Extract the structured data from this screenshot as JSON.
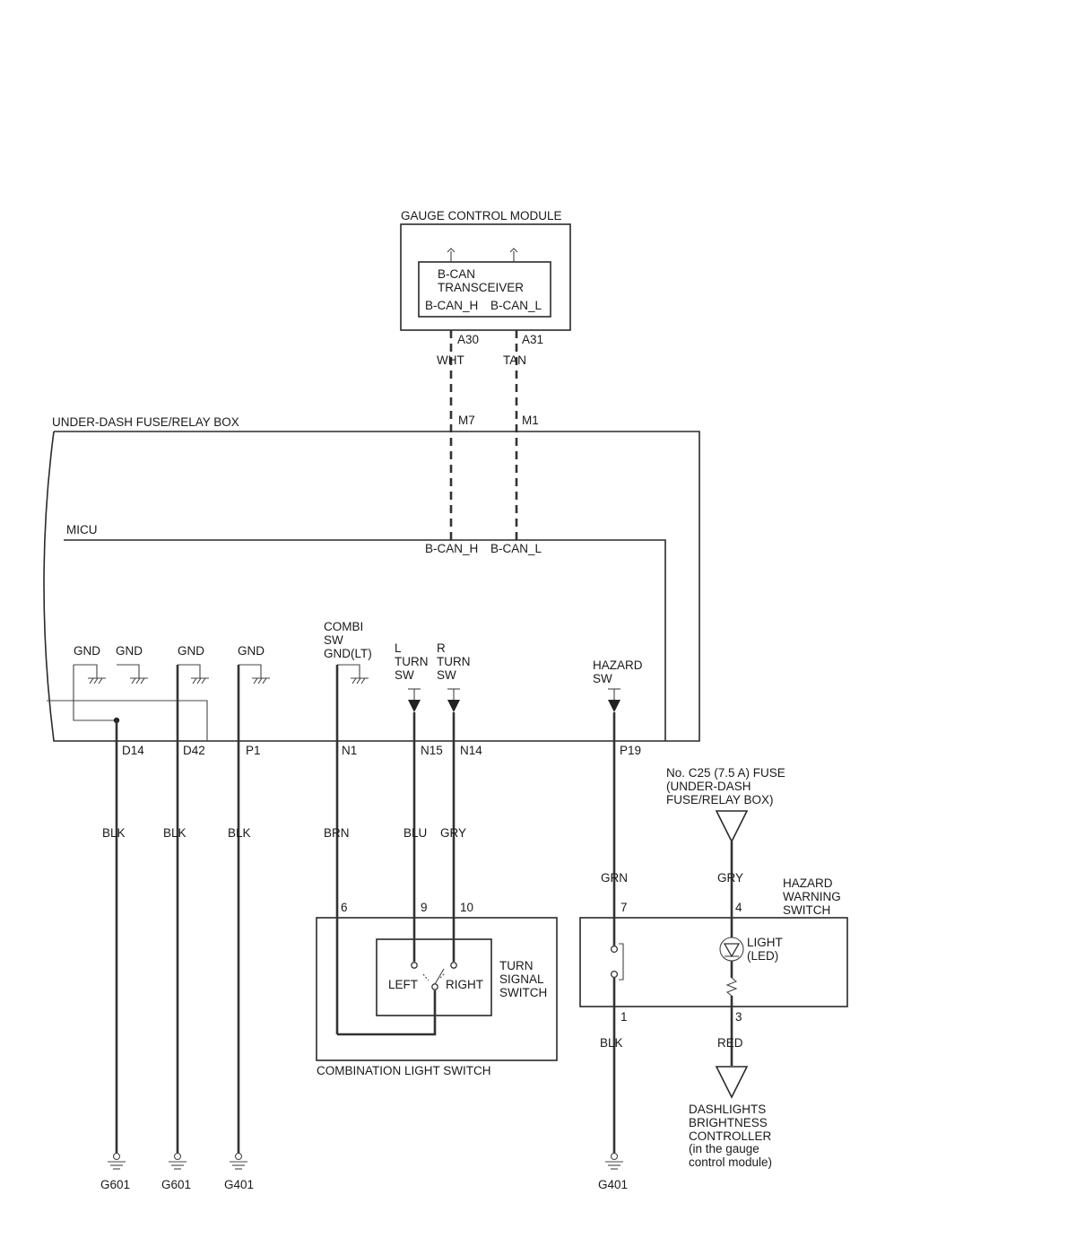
{
  "labels": {
    "gauge_module": "GAUGE CONTROL MODULE",
    "bcan": "B-CAN",
    "transceiver": "TRANSCEIVER",
    "bcan_h": "B-CAN_H",
    "bcan_l": "B-CAN_L",
    "pin_a30": "A30",
    "pin_a31": "A31",
    "wht": "WHT",
    "tan": "TAN",
    "fuse_box": "UNDER-DASH FUSE/RELAY BOX",
    "pin_m7": "M7",
    "pin_m1": "M1",
    "micu": "MICU",
    "micu_bcan_h": "B-CAN_H",
    "micu_bcan_l": "B-CAN_L",
    "gnd1": "GND",
    "gnd2": "GND",
    "gnd3": "GND",
    "gnd4": "GND",
    "combi_1": "COMBI",
    "combi_2": "SW",
    "combi_3": "GND(LT)",
    "lturn_1": "L",
    "lturn_2": "TURN",
    "lturn_3": "SW",
    "rturn_1": "R",
    "rturn_2": "TURN",
    "rturn_3": "SW",
    "hazard_1": "HAZARD",
    "hazard_2": "SW",
    "pin_d14": "D14",
    "pin_d42": "D42",
    "pin_p1": "P1",
    "pin_n1": "N1",
    "pin_n15": "N15",
    "pin_n14": "N14",
    "pin_p19": "P19",
    "fuse_1": "No. C25 (7.5 A) FUSE",
    "fuse_2": "(UNDER-DASH",
    "fuse_3": "FUSE/RELAY BOX)",
    "blk1": "BLK",
    "blk2": "BLK",
    "blk3": "BLK",
    "brn": "BRN",
    "blu": "BLU",
    "gry1": "GRY",
    "grn": "GRN",
    "gry2": "GRY",
    "hws_1": "HAZARD",
    "hws_2": "WARNING",
    "hws_3": "SWITCH",
    "pin_6": "6",
    "pin_9": "9",
    "pin_10": "10",
    "pin_7": "7",
    "pin_4": "4",
    "left": "LEFT",
    "right": "RIGHT",
    "tss_1": "TURN",
    "tss_2": "SIGNAL",
    "tss_3": "SWITCH",
    "light_1": "LIGHT",
    "light_2": "(LED)",
    "pin_1": "1",
    "pin_3": "3",
    "blk4": "BLK",
    "red": "RED",
    "cls": "COMBINATION LIGHT SWITCH",
    "dash_1": "DASHLIGHTS",
    "dash_2": "BRIGHTNESS",
    "dash_3": "CONTROLLER",
    "dash_4": "(in the gauge",
    "dash_5": "control module)",
    "g601a": "G601",
    "g601b": "G601",
    "g401a": "G401",
    "g401b": "G401"
  }
}
